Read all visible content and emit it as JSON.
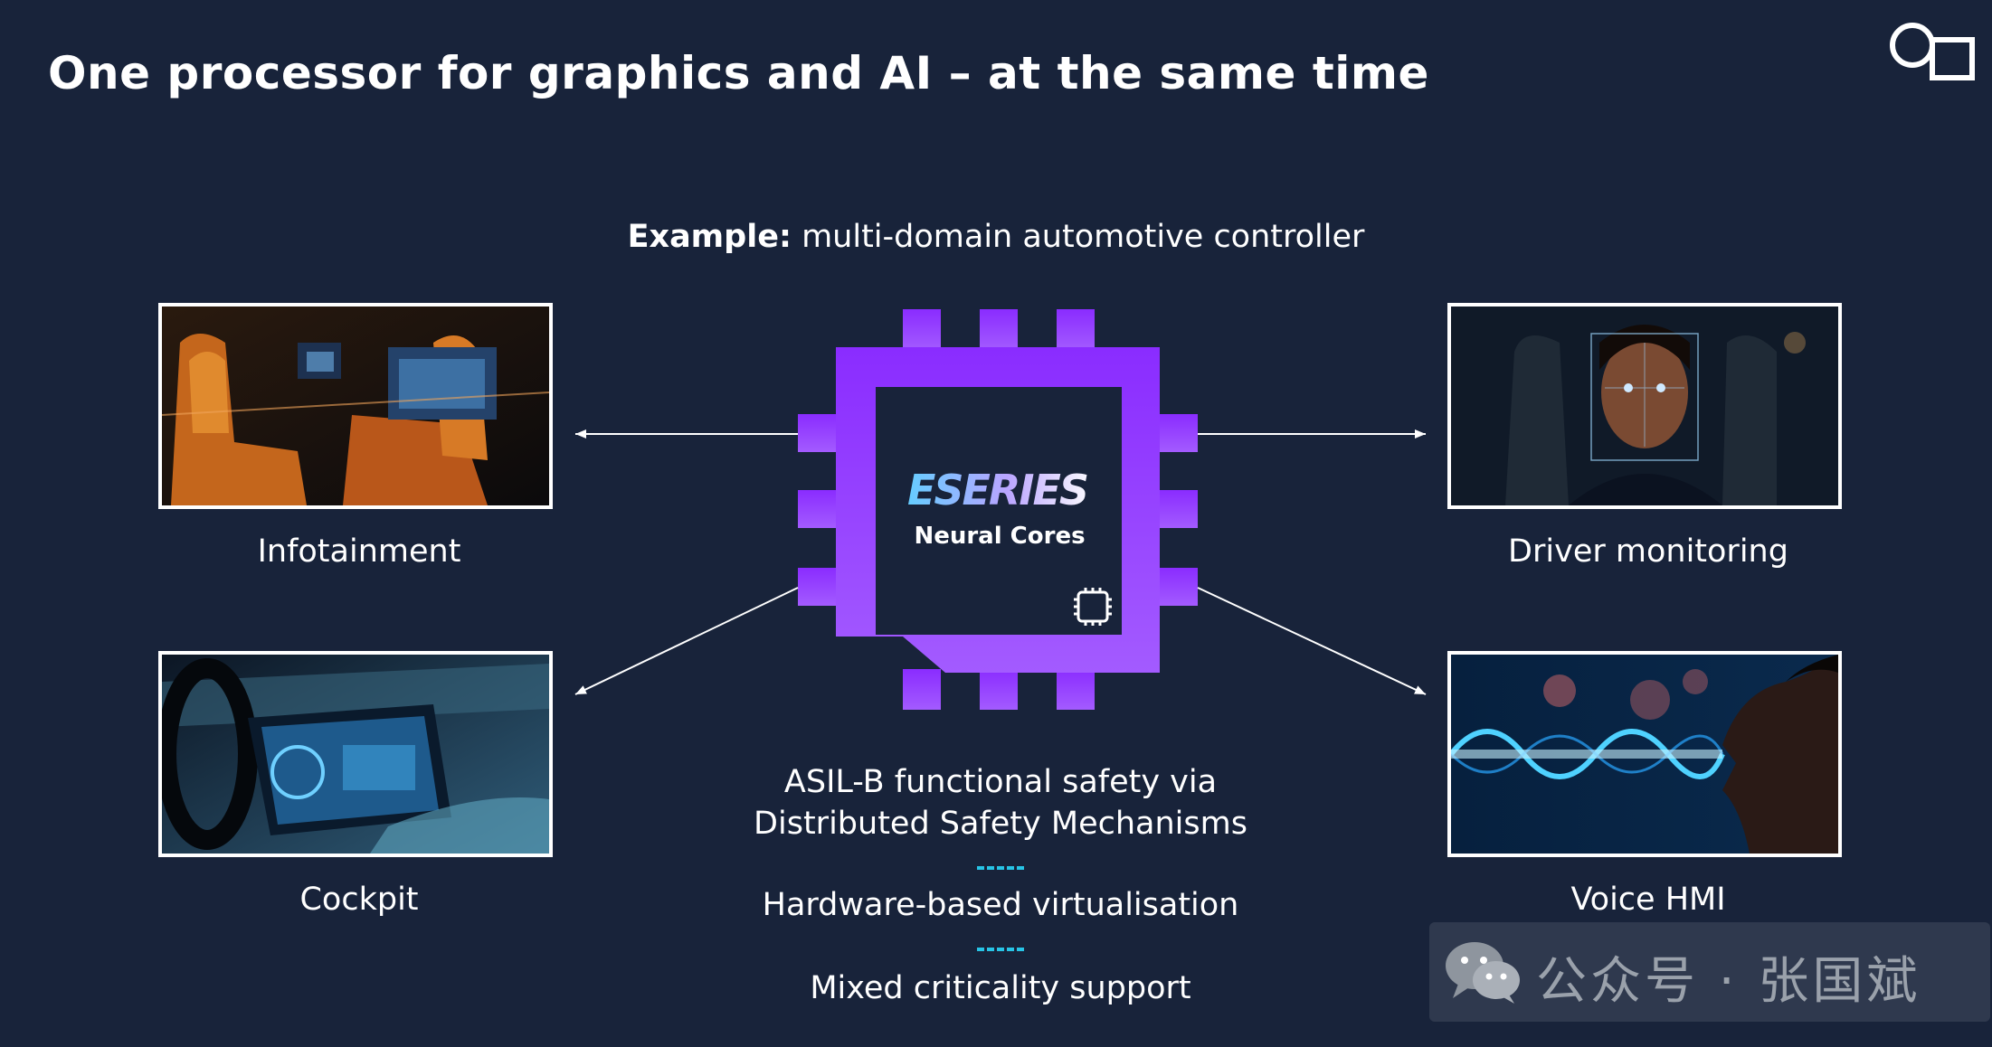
{
  "header": {
    "title": "One processor for graphics and AI – at the same time"
  },
  "subtitle": {
    "bold": "Example:",
    "rest": " multi-domain automotive controller"
  },
  "chip": {
    "brand": "ESERIES",
    "label": "Neural Cores"
  },
  "domains": {
    "top_left": "Infotainment",
    "bottom_left": "Cockpit",
    "top_right": "Driver monitoring",
    "bottom_right": "Voice HMI"
  },
  "features": {
    "line1": "ASIL-B functional safety via",
    "line2": "Distributed Safety Mechanisms",
    "sep": "---",
    "line3": "Hardware-based virtualisation",
    "line4": "Mixed criticality support"
  },
  "watermark": {
    "text": "公众号 · 张国斌"
  },
  "colors": {
    "background": "#18233a",
    "chip_top": "#8a2cff",
    "chip_bottom": "#a35bff",
    "separator": "#27c4e6"
  }
}
